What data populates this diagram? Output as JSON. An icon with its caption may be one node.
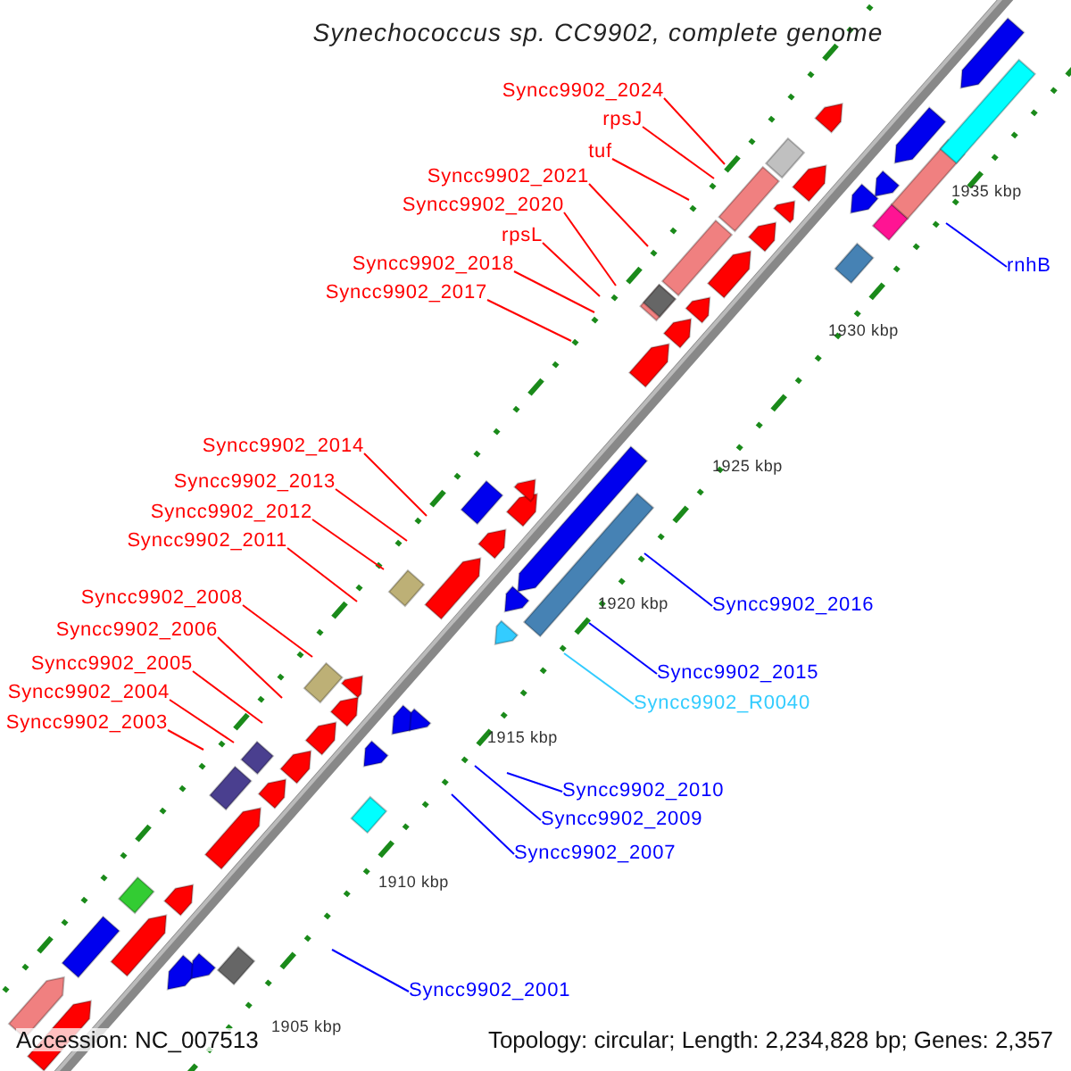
{
  "diagram": {
    "title": "Synechococcus sp. CC9902, complete genome",
    "nodes": [
      {
        "text": [
          "Syncc9902_2024"
        ]
      },
      {
        "text": [
          "rpsJ"
        ]
      },
      {
        "text": [
          "tuf"
        ]
      },
      {
        "text": [
          "Syncc9902_2021"
        ]
      },
      {
        "text": [
          "Syncc9902_2020"
        ]
      },
      {
        "text": [
          "rpsL"
        ]
      },
      {
        "text": [
          "Syncc9902_2018"
        ]
      },
      {
        "text": [
          "rnhB"
        ]
      },
      {
        "text": [
          "Syncc9902_2017"
        ]
      },
      {
        "text": [
          "Syncc9902_2014"
        ]
      },
      {
        "text": [
          "Syncc9902_2013"
        ]
      },
      {
        "text": [
          "Syncc9902_2012"
        ]
      },
      {
        "text": [
          "Syncc9902_2011"
        ]
      },
      {
        "text": [
          "Syncc9902_2008"
        ]
      },
      {
        "text": [
          "Syncc9902_2016"
        ]
      },
      {
        "text": [
          "Syncc9902_2006"
        ]
      },
      {
        "text": [
          "Syncc9902_2005"
        ]
      },
      {
        "text": [
          "Syncc9902_2015"
        ]
      },
      {
        "text": [
          "Syncc9902_2004"
        ]
      },
      {
        "text": [
          "Syncc9902_R0040"
        ]
      },
      {
        "text": [
          "Syncc9902_2003"
        ]
      },
      {
        "text": [
          "Syncc9902_2010"
        ]
      },
      {
        "text": [
          "Syncc9902_2009"
        ]
      },
      {
        "text": [
          "Syncc9902_2007"
        ]
      },
      {
        "text": [
          "Syncc9902_2001"
        ]
      }
    ],
    "edges": [
      {
        "from": 0,
        "to": null,
        "arrow": "none"
      },
      {
        "from": 1,
        "to": null,
        "arrow": "none"
      },
      {
        "from": 2,
        "to": null,
        "arrow": "none"
      },
      {
        "from": 3,
        "to": null,
        "arrow": "none"
      },
      {
        "from": 4,
        "to": null,
        "arrow": "none"
      },
      {
        "from": 5,
        "to": null,
        "arrow": "none"
      },
      {
        "from": 6,
        "to": null,
        "arrow": "none"
      },
      {
        "from": 7,
        "to": null,
        "arrow": "none",
        "color": "#0000ff"
      },
      {
        "from": 8,
        "to": null,
        "arrow": "none"
      },
      {
        "from": 9,
        "to": null,
        "arrow": "none"
      },
      {
        "from": 10,
        "to": null,
        "arrow": "none"
      },
      {
        "from": 11,
        "to": null,
        "arrow": "none"
      },
      {
        "from": 12,
        "to": null,
        "arrow": "none"
      },
      {
        "from": 13,
        "to": null,
        "arrow": "none"
      },
      {
        "from": 14,
        "to": null,
        "arrow": "none",
        "color": "#0000ff"
      },
      {
        "from": 15,
        "to": null,
        "arrow": "none"
      },
      {
        "from": 16,
        "to": null,
        "arrow": "none"
      },
      {
        "from": 17,
        "to": null,
        "arrow": "none",
        "color": "#0000ff"
      },
      {
        "from": 18,
        "to": null,
        "arrow": "none"
      },
      {
        "from": 19,
        "to": null,
        "arrow": "none",
        "color": "#33ccff"
      },
      {
        "from": 20,
        "to": null,
        "arrow": "none"
      },
      {
        "from": 21,
        "to": null,
        "arrow": "none",
        "color": "#0000ff"
      },
      {
        "from": 22,
        "to": null,
        "arrow": "none",
        "color": "#0000ff"
      },
      {
        "from": 23,
        "to": null,
        "arrow": "none",
        "color": "#0000ff"
      },
      {
        "from": 24,
        "to": null,
        "arrow": "none",
        "color": "#0000ff"
      }
    ],
    "labels": [
      "1935 kbp",
      "1930 kbp",
      "1925 kbp",
      "1920 kbp",
      "1915 kbp",
      "1910 kbp",
      "1905 kbp",
      "Accession: NC_007513",
      "Topology: circular; Length: 2,234,828 bp; Genes: 2,357"
    ]
  }
}
